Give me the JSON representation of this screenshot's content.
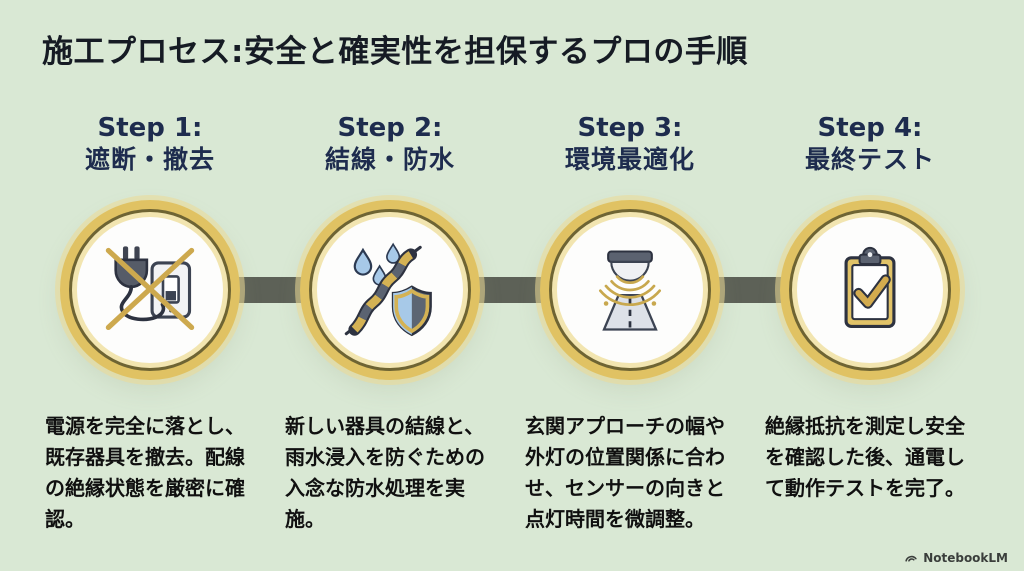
{
  "title": "施工プロセス:安全と確実性を担保するプロの手順",
  "steps": [
    {
      "label": "Step 1:",
      "subtitle": "遮断・撤去",
      "icon": "no-power-plug-switch-icon",
      "description": "電源を完全に落とし、既存器具を撤去。配線の絶縁状態を厳密に確認。"
    },
    {
      "label": "Step 2:",
      "subtitle": "結線・防水",
      "icon": "waterproof-wiring-shield-icon",
      "description": "新しい器具の結線と、雨水浸入を防ぐための入念な防水処理を実施。"
    },
    {
      "label": "Step 3:",
      "subtitle": "環境最適化",
      "icon": "motion-sensor-light-icon",
      "description": "玄関アプローチの幅や外灯の位置関係に合わせ、センサーの向きと点灯時間を微調整。"
    },
    {
      "label": "Step 4:",
      "subtitle": "最終テスト",
      "icon": "clipboard-check-icon",
      "description": "絶縁抵抗を測定し安全を確認した後、通電して動作テストを完了。"
    }
  ],
  "watermark": {
    "label": "NotebookLM"
  },
  "colors": {
    "background": "#d9e8d4",
    "ring_gold": "#e0c263",
    "ring_dark_line": "#6e6433",
    "ring_inner_pale": "#f2e5b0",
    "connector_gray": "#5d6157",
    "header_navy": "#1e2c4e",
    "body_text": "#101010",
    "accent_gold": "#cda94e",
    "icon_slate": "#5b6270",
    "icon_blue": "#a7c9e8"
  }
}
